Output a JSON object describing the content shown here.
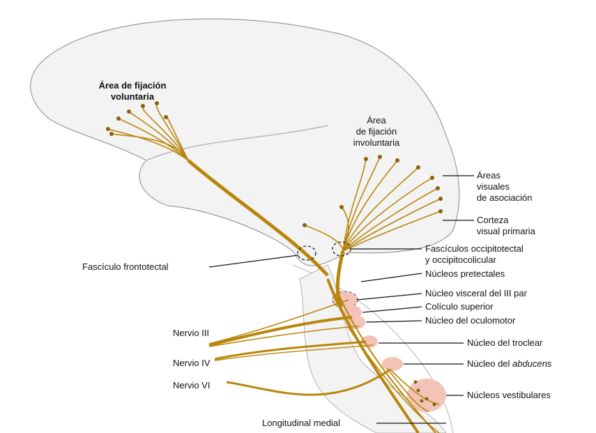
{
  "labels": {
    "area_voluntaria_1": "Área de fijación",
    "area_voluntaria_2": "voluntaria",
    "area_involuntaria_1": "Área",
    "area_involuntaria_2": "de fijación",
    "area_involuntaria_3": "involuntaria",
    "areas_visuales_1": "Áreas",
    "areas_visuales_2": "visuales",
    "areas_visuales_3": "de asociación",
    "corteza_1": "Corteza",
    "corteza_2": "visual primaria",
    "fasciculos_1": "Fascículos occipitotectal",
    "fasciculos_2": "y occipitocolicular",
    "fasciculo_frontotectal": "Fascículo frontotectal",
    "nucleos_pretectales": "Núcleos pretectales",
    "nucleo_visceral": "Núcleo visceral del III par",
    "coliculo_superior": "Colículo superior",
    "nucleo_oculomotor": "Núcleo del oculomotor",
    "nervio_iii": "Nervio III",
    "nucleo_troclear": "Núcleo del troclear",
    "nervio_iv": "Nervio IV",
    "nucleo_abducens_prefix": "Núcleo del ",
    "nucleo_abducens_italic": "abducens",
    "nervio_vi": "Nervio VI",
    "nucleos_vestibulares": "Núcleos vestibulares",
    "longitudinal_medial": "Longitudinal medial"
  },
  "colors": {
    "fiber": "#b8860b",
    "fiber_dark": "#8a6208",
    "nucleus": "#f2c4b8",
    "brain_fill": "#f3f3f3",
    "outline": "#9a9a9a"
  }
}
